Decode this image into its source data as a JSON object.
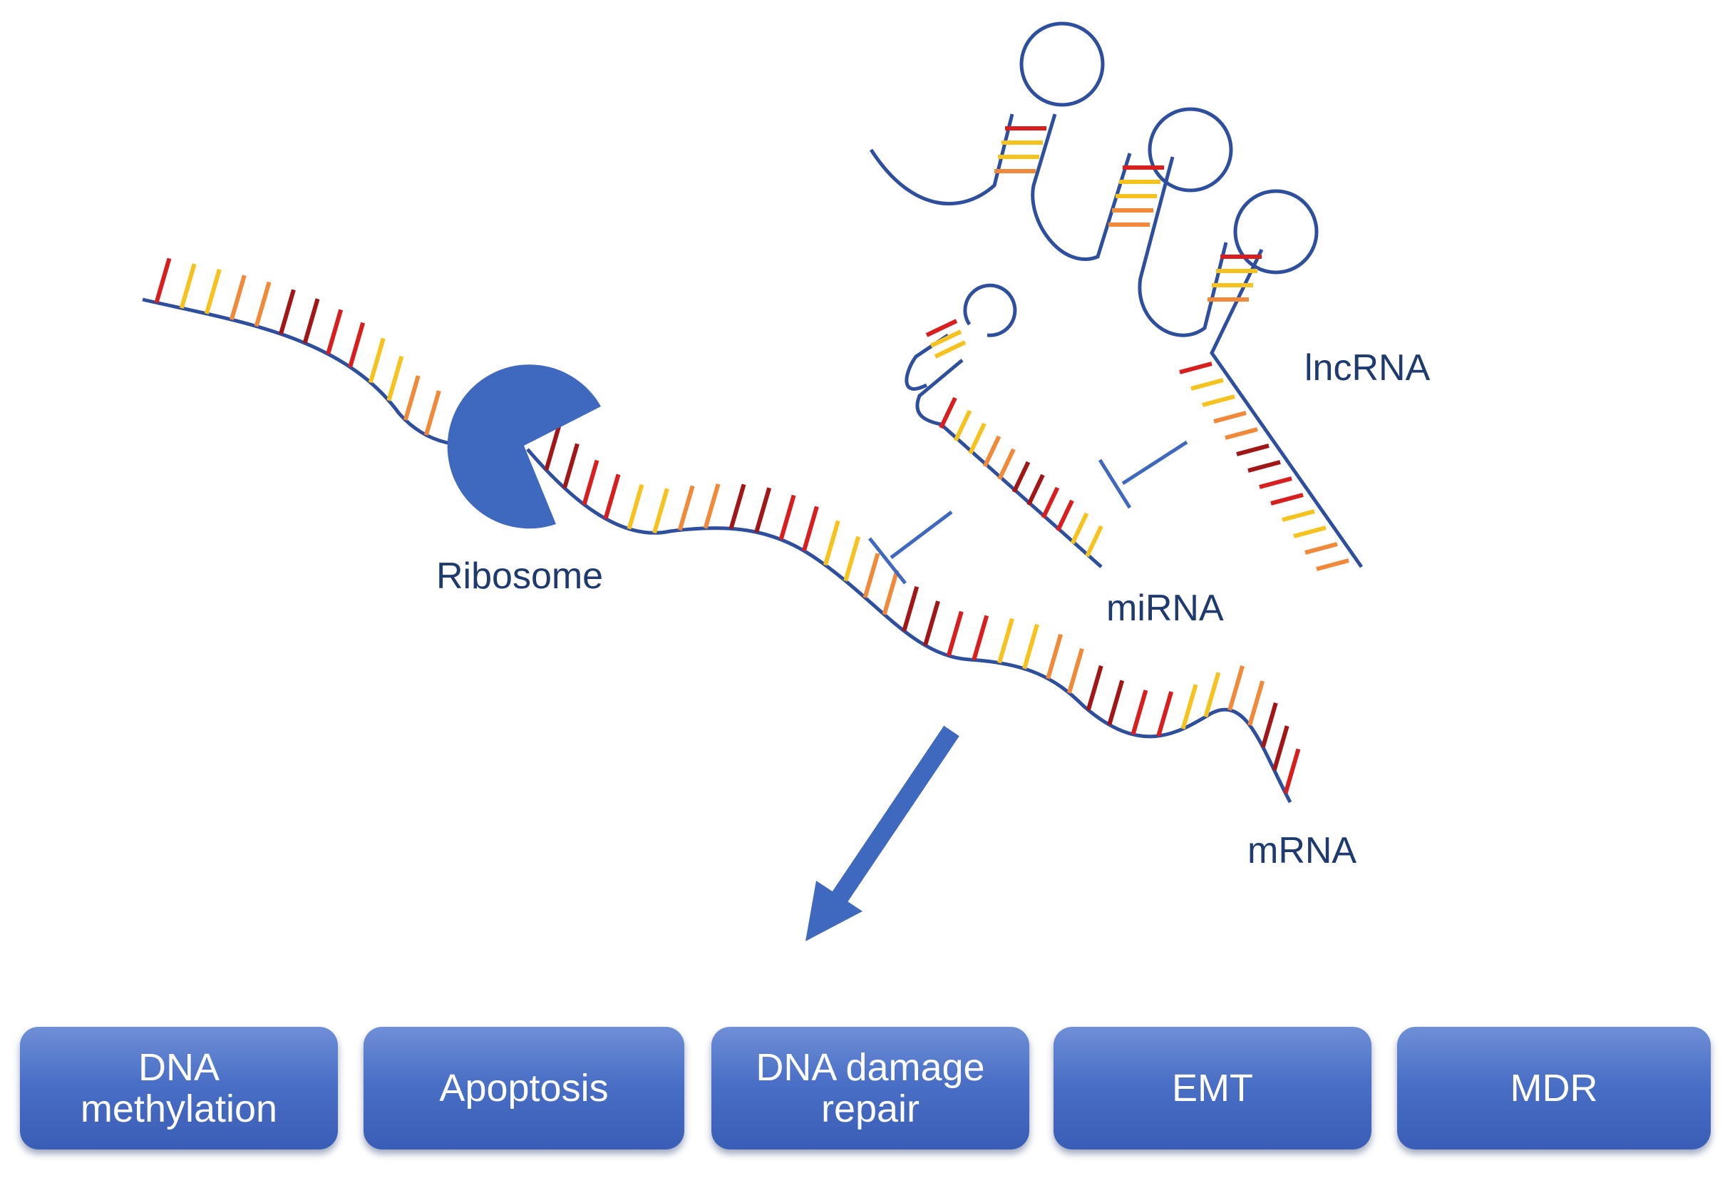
{
  "labels": {
    "lncrna": "lncRNA",
    "mirna": "miRNA",
    "ribosome": "Ribosome",
    "mrna": "mRNA"
  },
  "outcomes": [
    {
      "line1": "DNA",
      "line2": "methylation"
    },
    {
      "line1": "Apoptosis",
      "line2": ""
    },
    {
      "line1": "DNA damage",
      "line2": "repair"
    },
    {
      "line1": "EMT",
      "line2": ""
    },
    {
      "line1": "MDR",
      "line2": ""
    }
  ],
  "colors": {
    "strand": "#2e4f9e",
    "ribosome": "#3f69bf",
    "arrow": "#3f69bf",
    "label": "#1f3a6e",
    "base_colors": [
      "#d81e1e",
      "#a11616",
      "#f08a3a",
      "#f6c21d"
    ]
  }
}
